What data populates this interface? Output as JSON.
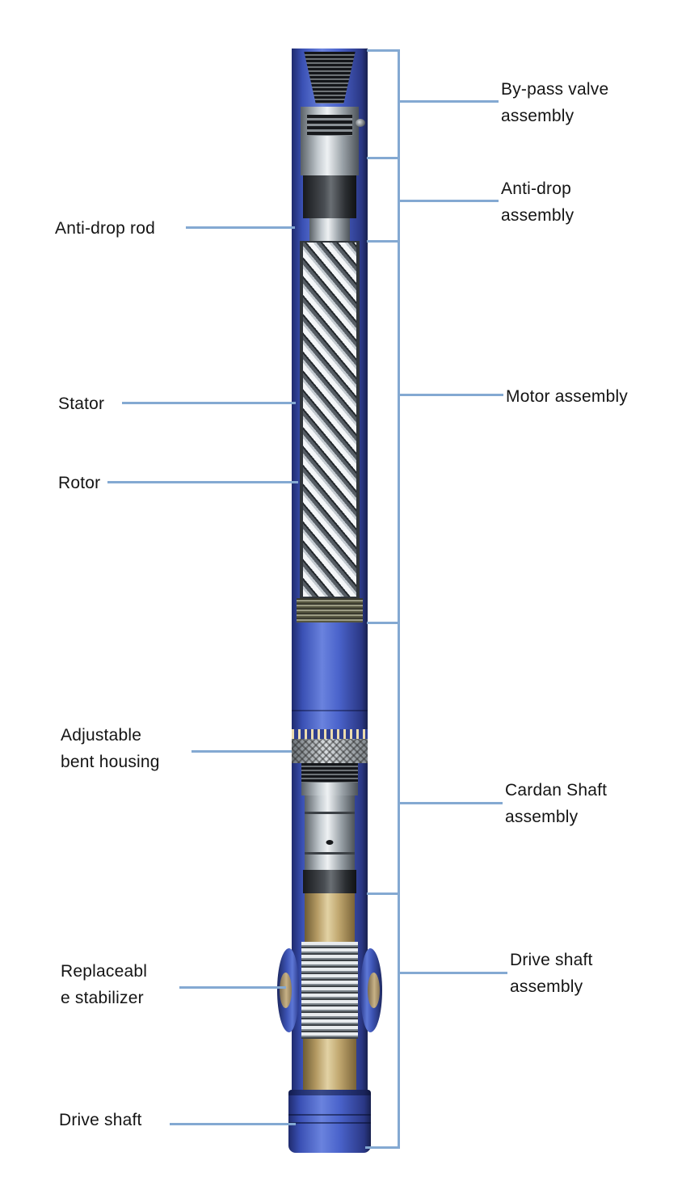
{
  "labels": {
    "left": [
      {
        "id": "anti-drop-rod",
        "lines": [
          "Anti-drop rod"
        ]
      },
      {
        "id": "stator",
        "lines": [
          "Stator"
        ]
      },
      {
        "id": "rotor",
        "lines": [
          "Rotor"
        ]
      },
      {
        "id": "adjustable-bent-housing",
        "lines": [
          "Adjustable",
          "bent housing"
        ]
      },
      {
        "id": "replaceable-stabilizer",
        "lines": [
          "Replaceabl",
          "e stabilizer"
        ]
      },
      {
        "id": "drive-shaft",
        "lines": [
          "Drive shaft"
        ]
      }
    ],
    "right": [
      {
        "id": "bypass-valve-assembly",
        "lines": [
          "By-pass valve",
          "assembly"
        ]
      },
      {
        "id": "anti-drop-assembly",
        "lines": [
          "Anti-drop",
          "assembly"
        ]
      },
      {
        "id": "motor-assembly",
        "lines": [
          "Motor assembly"
        ]
      },
      {
        "id": "cardan-shaft-assembly",
        "lines": [
          "Cardan Shaft",
          "assembly"
        ]
      },
      {
        "id": "drive-shaft-assembly",
        "lines": [
          "Drive shaft",
          "assembly"
        ]
      }
    ]
  },
  "colors": {
    "leader_line": "#84a9d2",
    "housing_blue": "#3a50b4",
    "metal_silver": "#c3cacf",
    "brass_gold": "#c0a76f",
    "label_text": "#151515",
    "background": "#ffffff"
  }
}
